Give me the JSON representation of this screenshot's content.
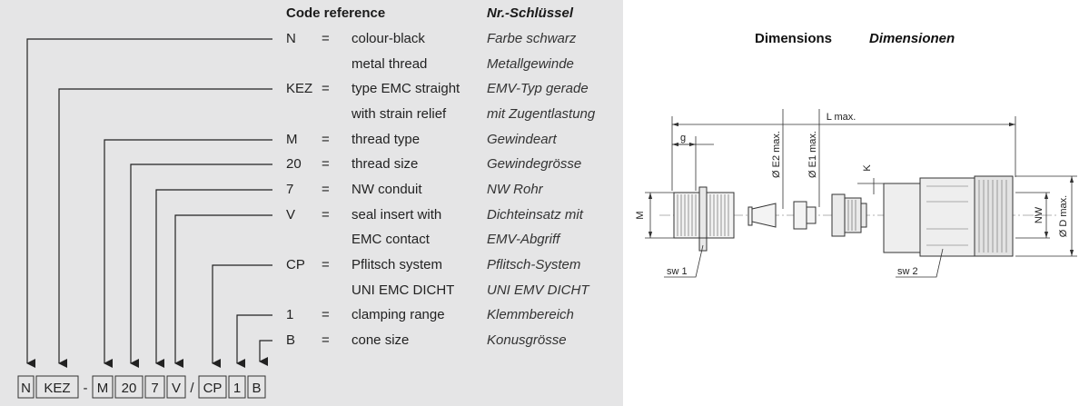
{
  "code_reference": {
    "header_en": "Code reference",
    "header_de": "Nr.-Schlüssel",
    "rows": [
      {
        "code": "N",
        "eq": "=",
        "en": "colour-black",
        "de": "Farbe schwarz"
      },
      {
        "code": "",
        "eq": "",
        "en": "metal thread",
        "de": "Metallgewinde"
      },
      {
        "code": "KEZ",
        "eq": "=",
        "en": "type EMC straight",
        "de": "EMV-Typ gerade"
      },
      {
        "code": "",
        "eq": "",
        "en": "with strain relief",
        "de": "mit Zugentlastung"
      },
      {
        "code": "M",
        "eq": "=",
        "en": "thread type",
        "de": "Gewindeart"
      },
      {
        "code": "20",
        "eq": "=",
        "en": "thread size",
        "de": "Gewindegrösse"
      },
      {
        "code": "7",
        "eq": "=",
        "en": "NW conduit",
        "de": "NW Rohr"
      },
      {
        "code": "V",
        "eq": "=",
        "en": "seal insert with",
        "de": "Dichteinsatz mit"
      },
      {
        "code": "",
        "eq": "",
        "en": "EMC contact",
        "de": "EMV-Abgriff"
      },
      {
        "code": "CP",
        "eq": "=",
        "en": "Pflitsch system",
        "de": "Pflitsch-System"
      },
      {
        "code": "",
        "eq": "",
        "en": "UNI EMC DICHT",
        "de": "UNI EMV DICHT"
      },
      {
        "code": "1",
        "eq": "=",
        "en": "clamping range",
        "de": "Klemmbereich"
      },
      {
        "code": "B",
        "eq": "=",
        "en": "cone size",
        "de": "Konusgrösse"
      }
    ],
    "part_number": [
      "N",
      "KEZ",
      "-",
      "M",
      "20",
      "7",
      "V",
      "/",
      "CP",
      "1",
      "B"
    ]
  },
  "dimensions": {
    "title_en": "Dimensions",
    "title_de": "Dimensionen",
    "labels": {
      "l_max": "L max.",
      "g": "g",
      "m": "M",
      "e2": "Ø E2 max.",
      "e1": "Ø E1 max.",
      "k": "K",
      "nw": "NW",
      "d": "Ø D max.",
      "sw1": "sw 1",
      "sw2": "sw 2"
    }
  }
}
